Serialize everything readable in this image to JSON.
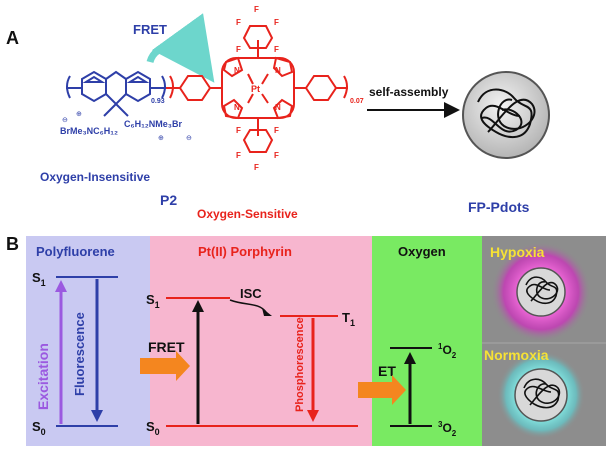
{
  "panel_a": {
    "label": "A",
    "fret": "FRET",
    "subscript_093": "0.93",
    "subscript_007": "0.07",
    "br_left": "BrMe₃NC₆H₁₂",
    "br_right": "C₆H₁₂NMe₃Br",
    "ominus": "⊖",
    "oplus": "⊕",
    "pt": "Pt",
    "n": "N",
    "f": "F",
    "polymer_name": "P2",
    "oxygen_insensitive": "Oxygen-Insensitive",
    "oxygen_sensitive": "Oxygen-Sensitive",
    "self_assembly": "self-assembly",
    "product": "FP-Pdots"
  },
  "panel_b": {
    "label": "B",
    "columns": {
      "polyfluorene": "Polyfluorene",
      "porphyrin": "Pt(II) Porphyrin",
      "oxygen": "Oxygen",
      "hypoxia": "Hypoxia",
      "normoxia": "Normoxia"
    },
    "levels": {
      "s1_left": "S",
      "s1_left_sub": "1",
      "s0_left": "S",
      "s0_left_sub": "0",
      "s1_mid": "S",
      "s1_mid_sub": "1",
      "s0_mid": "S",
      "s0_mid_sub": "0",
      "t1": "T",
      "t1_sub": "1",
      "o2_singlet_sup": "1",
      "o2_singlet": "O",
      "o2_singlet_sub": "2",
      "o2_triplet_sup": "3",
      "o2_triplet": "O",
      "o2_triplet_sub": "2"
    },
    "processes": {
      "excitation": "Excitation",
      "fluorescence": "Fluorescence",
      "isc": "ISC",
      "fret": "FRET",
      "phosphorescence": "Phosphorescence",
      "et": "ET"
    }
  },
  "colors": {
    "blue_text": "#2e3fa8",
    "red": "#e8231c",
    "polyfluorene_bg": "#c9c9f2",
    "porphyrin_bg": "#f7b6cf",
    "oxygen_bg": "#79ea62",
    "dot_bg": "#8d8d8d",
    "yellow": "#f7e235",
    "orange": "#f4861f",
    "purple": "#9b59e0",
    "teal": "#6dd6cc"
  }
}
